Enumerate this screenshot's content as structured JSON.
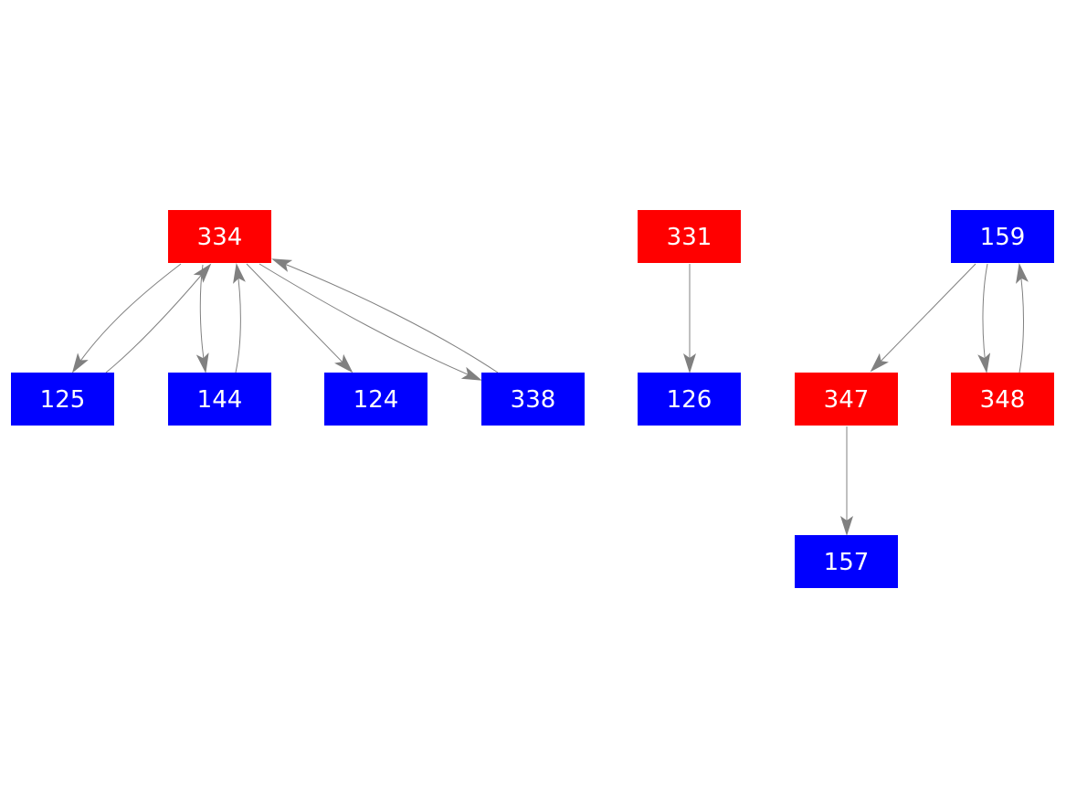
{
  "colors": {
    "red": "#ff0000",
    "blue": "#0000ff",
    "edge": "#808080",
    "text": "#ffffff"
  },
  "nodes": [
    {
      "id": "334",
      "label": "334",
      "color": "red"
    },
    {
      "id": "125",
      "label": "125",
      "color": "blue"
    },
    {
      "id": "144",
      "label": "144",
      "color": "blue"
    },
    {
      "id": "124",
      "label": "124",
      "color": "blue"
    },
    {
      "id": "338",
      "label": "338",
      "color": "blue"
    },
    {
      "id": "331",
      "label": "331",
      "color": "red"
    },
    {
      "id": "126",
      "label": "126",
      "color": "blue"
    },
    {
      "id": "159",
      "label": "159",
      "color": "blue"
    },
    {
      "id": "347",
      "label": "347",
      "color": "red"
    },
    {
      "id": "348",
      "label": "348",
      "color": "red"
    },
    {
      "id": "157",
      "label": "157",
      "color": "blue"
    }
  ],
  "edges": [
    {
      "from": "334",
      "to": "125"
    },
    {
      "from": "125",
      "to": "334"
    },
    {
      "from": "334",
      "to": "144"
    },
    {
      "from": "144",
      "to": "334"
    },
    {
      "from": "334",
      "to": "124"
    },
    {
      "from": "334",
      "to": "338"
    },
    {
      "from": "338",
      "to": "334"
    },
    {
      "from": "331",
      "to": "126"
    },
    {
      "from": "159",
      "to": "347"
    },
    {
      "from": "159",
      "to": "348"
    },
    {
      "from": "348",
      "to": "159"
    },
    {
      "from": "347",
      "to": "157"
    }
  ]
}
